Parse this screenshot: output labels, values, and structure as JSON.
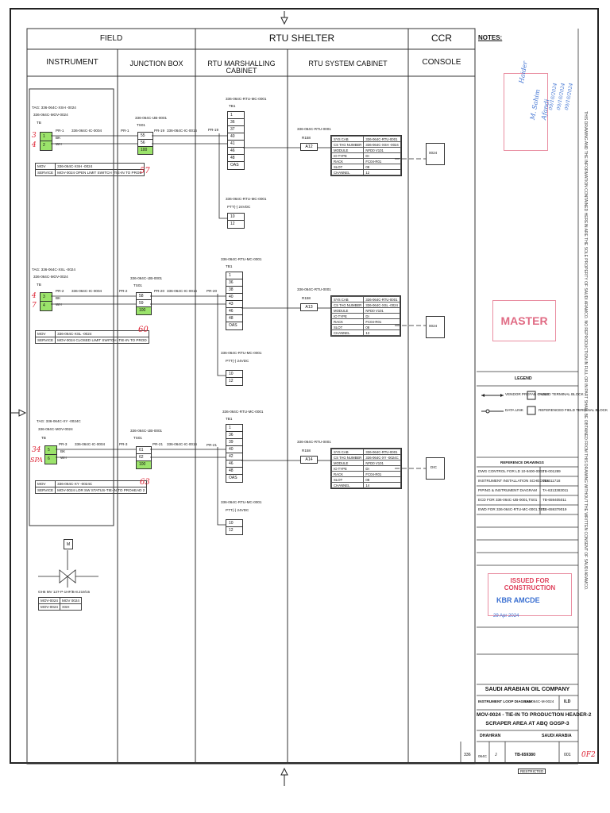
{
  "header": {
    "field": "FIELD",
    "rtu_shelter": "RTU SHELTER",
    "ccr": "CCR",
    "notes": "NOTES:",
    "instrument": "INSTRUMENT",
    "junction_box": "JUNCTION BOX",
    "rtu_marshalling": "RTU MARSHALLING CABINET",
    "rtu_system": "RTU SYSTEM CABINET",
    "console": "CONSOLE"
  },
  "loops": [
    {
      "tag": "TAG: 336-064C-XSH -0024",
      "mov": "336-064C-MOV-0024",
      "tb": "TB",
      "pr": "PR-1",
      "cable1": "336-064C-IC-0004",
      "pos": [
        "1",
        "2"
      ],
      "red_marks": [
        "3",
        "4"
      ],
      "desc": [
        "336-064C-XSH -0024",
        "MOV-0024 OPEN LIMIT SWITCH -TIE-IN TO PROD"
      ],
      "jb_tag": "336-064C-IJB-0001",
      "ts": "TS01",
      "jb_pr_in": "PR-1",
      "jb_pr_out": "PR-19",
      "jb_terms": [
        "55",
        "56",
        "100"
      ],
      "jb_red": "57",
      "cable2": "336-064C-IC-0016",
      "mc_tag": "336-064C-RTU-MC-0001",
      "mc_tb": "TB1",
      "mc_pr": "PR-19",
      "mc_terms": [
        "1",
        "36",
        "37",
        "40",
        "41",
        "46",
        "48"
      ],
      "mc_oas": "OAS",
      "ptt_tag": "336-064C-RTU-MC-0001",
      "ptt": "PTT(-) 24VDC",
      "ptt_terms": [
        "10",
        "12"
      ],
      "sys_tag": "336-064C-RTU-0001",
      "r": "R158",
      "a": "A12",
      "io": [
        [
          "SYS CAB",
          "336-064C-RTU-0001"
        ],
        [
          "CS TAG NUMBER",
          "336-064C-XSH -0024"
        ],
        [
          "MODULE",
          "NFD0 V101"
        ],
        [
          "IO TYPE",
          "DI"
        ],
        [
          "RACK",
          "FC04-R01"
        ],
        [
          "SLOT",
          "08"
        ],
        [
          "CHANNEL",
          "12"
        ]
      ],
      "console_label": "0024"
    },
    {
      "tag": "TAG: 336-064C-XSL -0024",
      "mov": "336-064C-MOV-0024",
      "tb": "TB",
      "pr": "PR-2",
      "cable1": "336-064C-IC-0004",
      "pos": [
        "3",
        "4"
      ],
      "red_marks": [
        "4",
        "7"
      ],
      "desc": [
        "336-064C-XSL -0024",
        "MOV-0024 CLOSED LIMIT SWITCH -TIE-IN TO PROD"
      ],
      "jb_tag": "336-064C-IJB-0001",
      "ts": "TS01",
      "jb_pr_in": "PR-2",
      "jb_pr_out": "PR-20",
      "jb_terms": [
        "58",
        "59",
        "100"
      ],
      "jb_red": "60",
      "cable2": "336-064C-IC-0016",
      "mc_tag": "336-064C-RTU-MC-0001",
      "mc_tb": "TB1",
      "mc_pr": "PR-20",
      "mc_terms": [
        "1",
        "36",
        "38",
        "40",
        "43",
        "46",
        "48"
      ],
      "mc_oas": "OAS",
      "ptt_tag": "336-064C-RTU-MC-0001",
      "ptt": "PTT(-) 24VDC",
      "ptt_terms": [
        "10",
        "12"
      ],
      "sys_tag": "336-064C-RTU-0001",
      "r": "R158",
      "a": "A13",
      "io": [
        [
          "SYS CAB",
          "336-064C-RTU-0001"
        ],
        [
          "CS TAG NUMBER",
          "336-064C-XSL -0024"
        ],
        [
          "MODULE",
          "NFD0 V101"
        ],
        [
          "IO TYPE",
          "DI"
        ],
        [
          "RACK",
          "FC04-R01"
        ],
        [
          "SLOT",
          "08"
        ],
        [
          "CHANNEL",
          "13"
        ]
      ],
      "console_label": "0024"
    },
    {
      "tag": "TAG: 336-064C-XY -0024C",
      "mov": "336-064C-MOV-0024",
      "tb": "TB",
      "pr": "PR-3",
      "cable1": "336-064C-IC-0004",
      "pos": [
        "5",
        "6"
      ],
      "red_marks": [
        "34",
        "SPA"
      ],
      "desc": [
        "336-064C-XY -0024C",
        "MOV-0024 LOR SW STATUS-TIE-IN TO PROHEAD 2"
      ],
      "jb_tag": "336-064C-IJB-0001",
      "ts": "TS01",
      "jb_pr_in": "PR-3",
      "jb_pr_out": "PR-21",
      "jb_terms": [
        "61",
        "62",
        "100"
      ],
      "jb_red": "63",
      "cable2": "336-064C-IC-0016",
      "mc_tag": "336-064C-RTU-MC-0001",
      "mc_tb": "TB1",
      "mc_pr": "PR-21",
      "mc_terms": [
        "1",
        "36",
        "39",
        "40",
        "42",
        "46",
        "48"
      ],
      "mc_oas": "OAS",
      "ptt_tag": "336-064C-RTU-MC-0001",
      "ptt": "PTT(-) 24VDC",
      "ptt_terms": [
        "10",
        "12"
      ],
      "sys_tag": "336-064C-RTU-0001",
      "r": "R158",
      "a": "A14",
      "io": [
        [
          "SYS CAB",
          "336-064C-RTU-0001"
        ],
        [
          "CS TAG NUMBER",
          "336-064C-XY -0024C"
        ],
        [
          "MODULE",
          "NFD0 V101"
        ],
        [
          "IO TYPE",
          "DI"
        ],
        [
          "RACK",
          "FC04-R01"
        ],
        [
          "SLOT",
          "08"
        ],
        [
          "CHANNEL",
          "14"
        ]
      ],
      "console_label": "DIC"
    }
  ],
  "valve": {
    "actuator": "M",
    "caption": "GH6 MV 127-P-1HF/B-8.219/15",
    "desc": [
      [
        "MOV-0024",
        "MOV 0024"
      ],
      [
        "MOV-0024",
        "XSH"
      ]
    ]
  },
  "notes": {
    "master": "MASTER",
    "handwritten": [
      "Haider",
      "M. Sahim",
      "Afandi"
    ],
    "dates": [
      "09/10/2024",
      "09/10/2024",
      "09/10/2024"
    ]
  },
  "legend": {
    "title": "LEGEND",
    "items": [
      [
        "VENDOR PREFAB CABLE",
        "FUSED TERMINAL BLOCK"
      ],
      [
        "DATA LINK",
        "REFERENCED FIELD TERMINAL BLOCK"
      ]
    ]
  },
  "reference": {
    "title": "REFERENCE DRAWINGS",
    "rows": [
      [
        "DWG CONTROL FOR LD  10-9400-0001",
        "TB-001289"
      ],
      [
        "INSTRUMENT INSTALLATION SCHEDULE",
        "TB-411718"
      ],
      [
        "PIPING & INSTRUMENT DIAGRAM",
        "TA-6313383011"
      ],
      [
        "ECD FOR 336-064C-IJB-0001,TS01",
        "TB-659405011"
      ],
      [
        "EWD FOR 336-064C-RTU-MC-0001,TB1",
        "TB-659379019"
      ]
    ]
  },
  "ifc": {
    "label": "ISSUED FOR CONSTRUCTION",
    "company": "KBR AMCDE",
    "date": "29 Apr 2024"
  },
  "title_block": {
    "company": "SAUDI ARABIAN OIL COMPANY",
    "dwg_type": "INSTRUMENT LOOP DIAGRAM",
    "dwg_no_small": "336-064C-M-0024",
    "dwg_code": "ILD",
    "title1": "MOV-0024 - TIE-IN TO PRODUCTION HEADER-2",
    "title2": "SCRAPER AREA AT ABQ GOSP-3",
    "location1": "DHAHRAN",
    "location2": "SAUDI ARABIA",
    "plant": "336",
    "index": "064C",
    "rev_letter": "J",
    "drawing_no": "TB-659380",
    "sheet": "001",
    "red_mark": "0F2",
    "restricted": "RESTRICTED"
  },
  "side_text": "THIS DRAWING AND THE INFORMATION CONTAINED HEREIN ARE THE SOLE PROPERTY OF SAUDI ARAMCO. NO REPRODUCTION IN FULL OR IN PART SHALL BE OBTAINED FROM THIS DRAWING WITHOUT THE WRITTEN CONSENT OF SAUDI ARAMCO."
}
